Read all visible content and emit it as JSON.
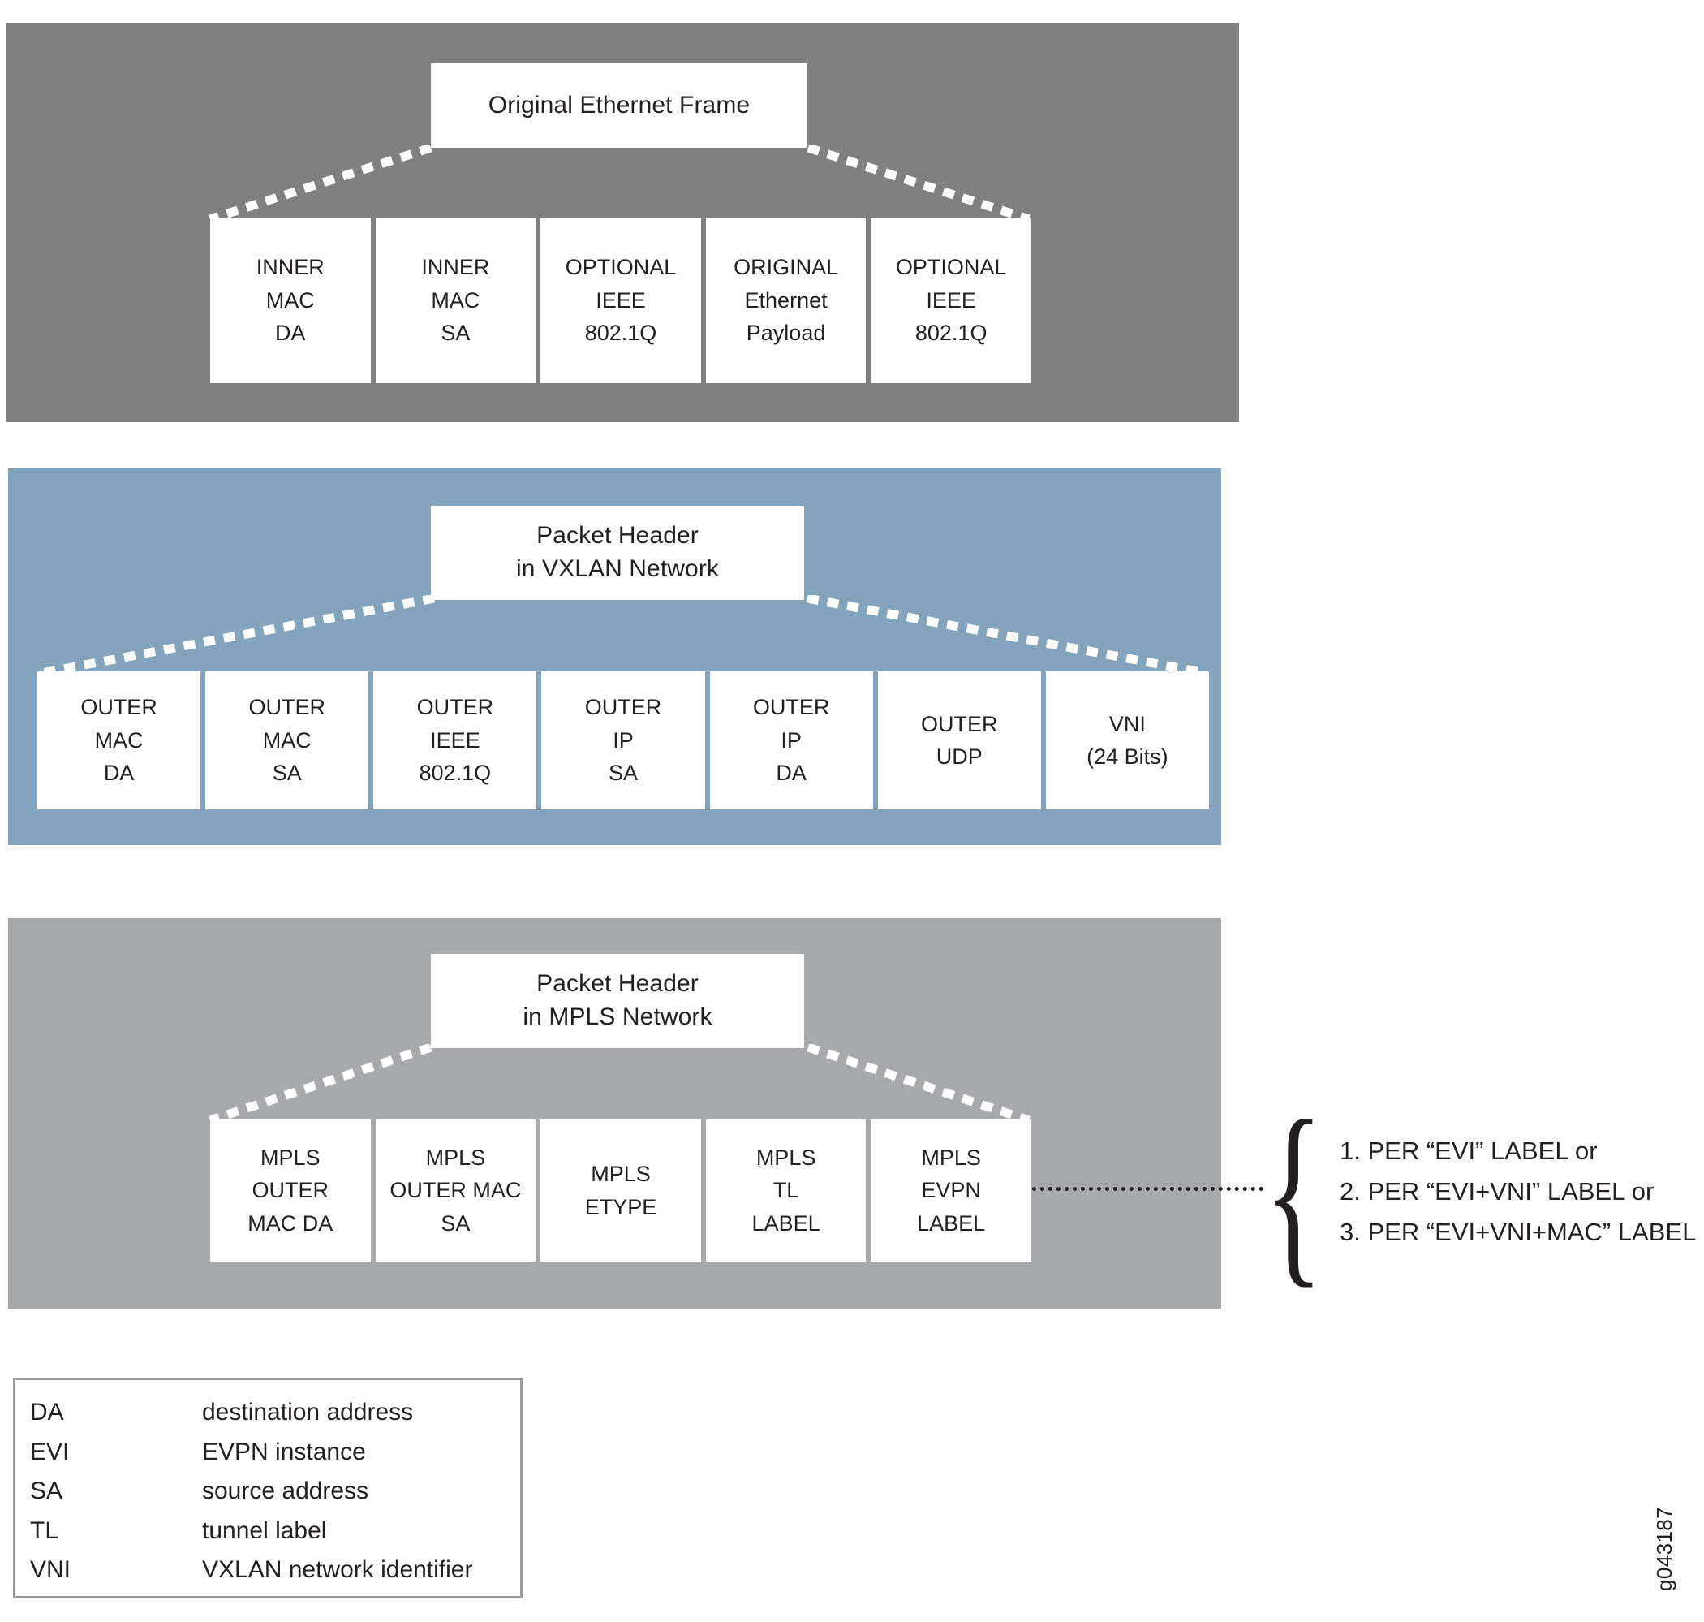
{
  "figure": {
    "id_label": "g043187"
  },
  "panels": [
    {
      "name": "original-ethernet-frame",
      "background": "#808080",
      "title_lines": [
        "Original Ethernet Frame"
      ],
      "fields": [
        {
          "lines": [
            "INNER",
            "MAC",
            "DA"
          ]
        },
        {
          "lines": [
            "INNER",
            "MAC",
            "SA"
          ]
        },
        {
          "lines": [
            "OPTIONAL",
            "IEEE",
            "802.1Q"
          ]
        },
        {
          "lines": [
            "ORIGINAL",
            "Ethernet",
            "Payload"
          ]
        },
        {
          "lines": [
            "OPTIONAL",
            "IEEE",
            "802.1Q"
          ]
        }
      ]
    },
    {
      "name": "packet-header-vxlan",
      "background": "#83a4ba",
      "title_lines": [
        "Packet Header",
        "in VXLAN Network"
      ],
      "fields": [
        {
          "lines": [
            "OUTER",
            "MAC",
            "DA"
          ]
        },
        {
          "lines": [
            "OUTER",
            "MAC",
            "SA"
          ]
        },
        {
          "lines": [
            "OUTER",
            "IEEE",
            "802.1Q"
          ]
        },
        {
          "lines": [
            "OUTER",
            "IP",
            "SA"
          ]
        },
        {
          "lines": [
            "OUTER",
            "IP",
            "DA"
          ]
        },
        {
          "lines": [
            "OUTER",
            "UDP"
          ]
        },
        {
          "lines": [
            "VNI",
            "(24 Bits)"
          ]
        }
      ]
    },
    {
      "name": "packet-header-mpls",
      "background": "#a7a9ac",
      "title_lines": [
        "Packet Header",
        "in MPLS Network"
      ],
      "fields": [
        {
          "lines": [
            "MPLS",
            "OUTER",
            "MAC DA"
          ]
        },
        {
          "lines": [
            "MPLS",
            "OUTER MAC",
            "SA"
          ]
        },
        {
          "lines": [
            "MPLS",
            "ETYPE"
          ]
        },
        {
          "lines": [
            "MPLS",
            "TL",
            "LABEL"
          ]
        },
        {
          "lines": [
            "MPLS",
            "EVPN",
            "LABEL"
          ]
        }
      ]
    }
  ],
  "label_options": {
    "brace": "{",
    "items": [
      "1.  PER “EVI” LABEL or",
      "2. PER “EVI+VNI”  LABEL or",
      "3. PER “EVI+VNI+MAC” LABEL"
    ]
  },
  "legend": {
    "rows": [
      {
        "abbr": "DA",
        "desc": "destination address"
      },
      {
        "abbr": "EVI",
        "desc": "EVPN instance"
      },
      {
        "abbr": "SA",
        "desc": "source address"
      },
      {
        "abbr": "TL",
        "desc": "tunnel label"
      },
      {
        "abbr": "VNI",
        "desc": "VXLAN network identifier"
      }
    ]
  }
}
